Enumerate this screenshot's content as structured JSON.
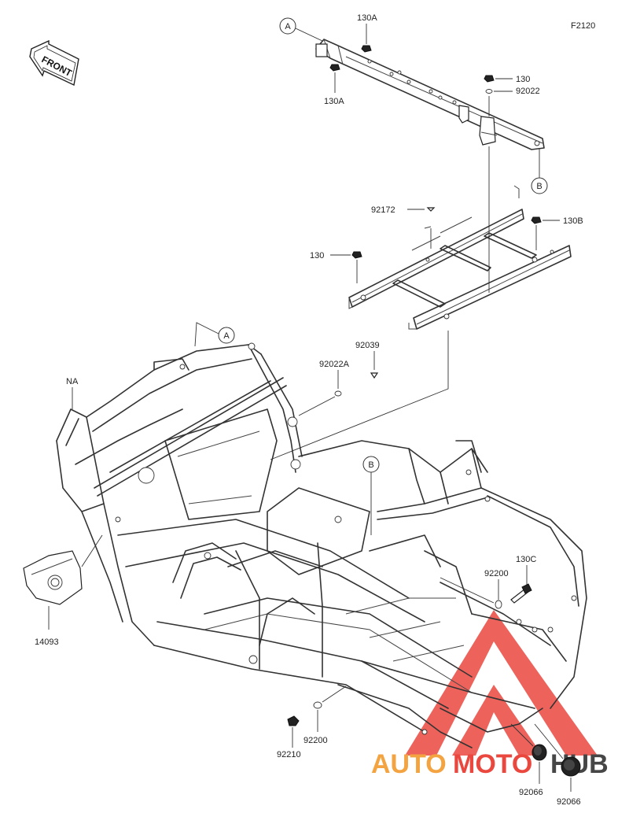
{
  "figure_code": "F2120",
  "front_label": "FRONT",
  "refs": {
    "a": "A",
    "b": "B"
  },
  "parts": {
    "p130a_top": "130A",
    "p130a_left": "130A",
    "p130_top": "130",
    "p92022": "92022",
    "p92172": "92172",
    "p130b": "130B",
    "p130_mid": "130",
    "p92039": "92039",
    "p92022a": "92022A",
    "pna": "NA",
    "p14093": "14093",
    "p130c": "130C",
    "p92200_right": "92200",
    "p92200_bottom": "92200",
    "p92210": "92210",
    "p92066_left": "92066",
    "p92066_right": "92066"
  },
  "watermark": {
    "auto": "AUTO",
    "moto": "MOTO",
    "hub": "HUB"
  },
  "colors": {
    "watermark_red": "#e8342a",
    "watermark_orange": "#f39a2d",
    "line": "#333333"
  }
}
